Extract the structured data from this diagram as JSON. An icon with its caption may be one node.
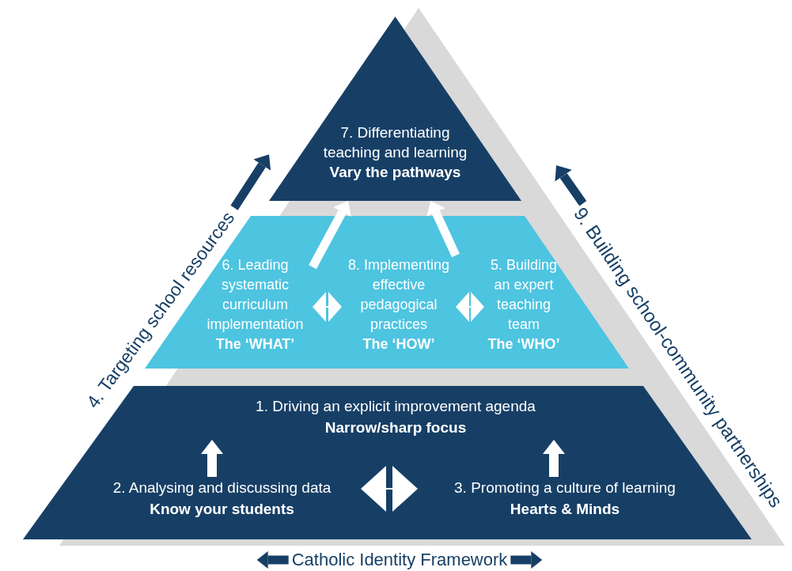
{
  "diagram": {
    "nodes": [
      {
        "text": [
          "7. Differentiating teaching and learning",
          "Vary the pathways"
        ]
      },
      {
        "text": [],
        "shape": "band"
      },
      {
        "text": [
          "6. Leading systematic curriculum implementation",
          "The ‘WHAT’"
        ],
        "in": 1
      },
      {
        "text": [
          "8. Implementing effective pedagogical practices",
          "The ‘HOW’"
        ],
        "in": 1
      },
      {
        "text": [
          "5. Building an expert teaching team",
          "The ‘WHO’"
        ],
        "in": 1
      },
      {
        "text": [],
        "shape": "band"
      },
      {
        "text": [
          "1. Driving an explicit improvement agenda",
          "Narrow/sharp focus"
        ],
        "in": 5
      },
      {
        "text": [
          "2. Analysing and discussing data",
          "Know your students"
        ],
        "in": 5
      },
      {
        "text": [
          "3. Promoting a culture of learning",
          "Hearts & Minds"
        ],
        "in": 5
      },
      {
        "text": [
          "4. Targeting school resources"
        ]
      },
      {
        "text": [
          "9. Building school-community partnerships"
        ]
      }
    ],
    "edges": [
      {
        "from": 2,
        "to": 0,
        "arrow": "to"
      },
      {
        "from": 3,
        "to": 0,
        "arrow": "to"
      },
      {
        "from": 2,
        "to": 3,
        "arrow": "both"
      },
      {
        "from": 3,
        "to": 4,
        "arrow": "both"
      },
      {
        "from": 7,
        "to": 6,
        "arrow": "to"
      },
      {
        "from": 8,
        "to": 6,
        "arrow": "to"
      },
      {
        "from": 7,
        "to": 8,
        "arrow": "both"
      },
      {
        "from": 9,
        "to": 0,
        "arrow": "to",
        "color": "#173f66"
      },
      {
        "from": 10,
        "to": null,
        "arrow": "to",
        "color": "#173f66"
      }
    ],
    "labels": [
      "Catholic Identity Framework"
    ]
  }
}
